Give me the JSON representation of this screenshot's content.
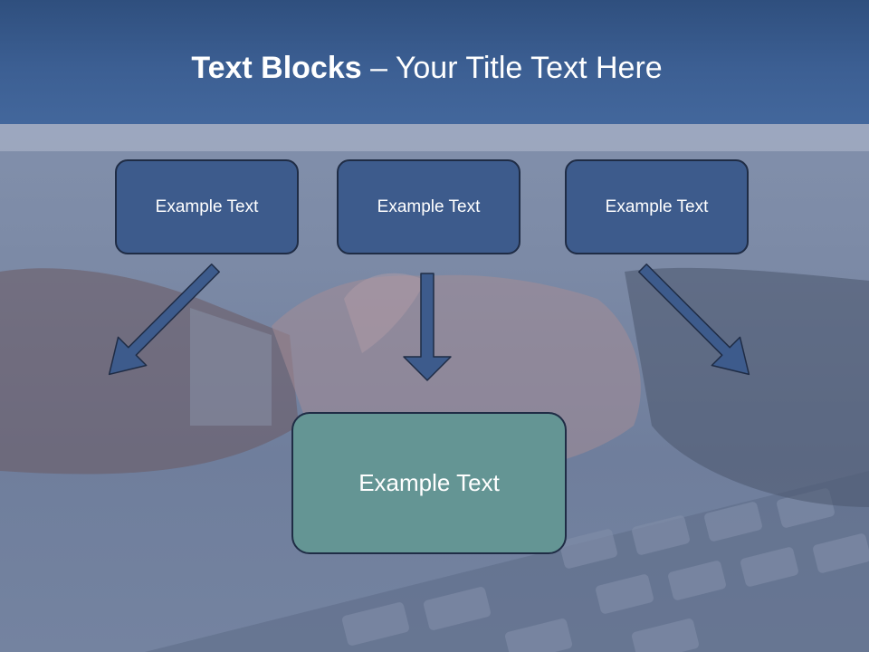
{
  "title": {
    "bold": "Text Blocks",
    "rest": " – Your Title Text Here"
  },
  "blocks": [
    "Example Text",
    "Example Text",
    "Example Text"
  ],
  "main_block": "Example Text",
  "colors": {
    "header": "#3c5f93",
    "block": "#3d5b8c",
    "main_block": "#649594",
    "arrow": "#3d5b8c"
  },
  "background": "handshake-over-keyboard-photo"
}
